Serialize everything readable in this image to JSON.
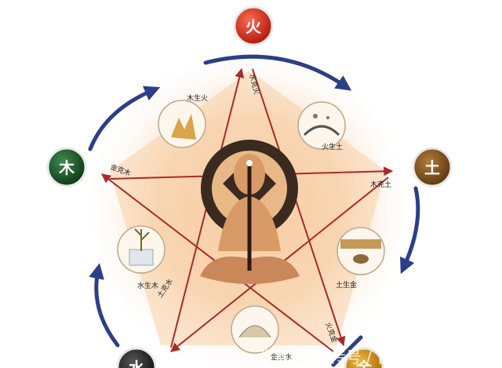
{
  "elements": {
    "fire": {
      "label": "火",
      "color": "#d92b1a"
    },
    "earth": {
      "label": "土",
      "color": "#8a5a1c"
    },
    "metal": {
      "label": "金",
      "color": "#d08a12"
    },
    "water": {
      "label": "水",
      "color": "#222222"
    },
    "wood": {
      "label": "木",
      "color": "#1e5a2a"
    }
  },
  "generation_labels": {
    "wood_fire": "木生火",
    "fire_earth": "火生土",
    "earth_metal": "土生金",
    "metal_water": "金生水",
    "water_wood": "水生木"
  },
  "control_labels": {
    "water_fire": "水克火",
    "wood_earth": "木克土",
    "fire_metal": "火克金",
    "earth_water": "土克水",
    "metal_wood": "金克木"
  },
  "watermark": "头条 @ 快传号 / 吉"
}
